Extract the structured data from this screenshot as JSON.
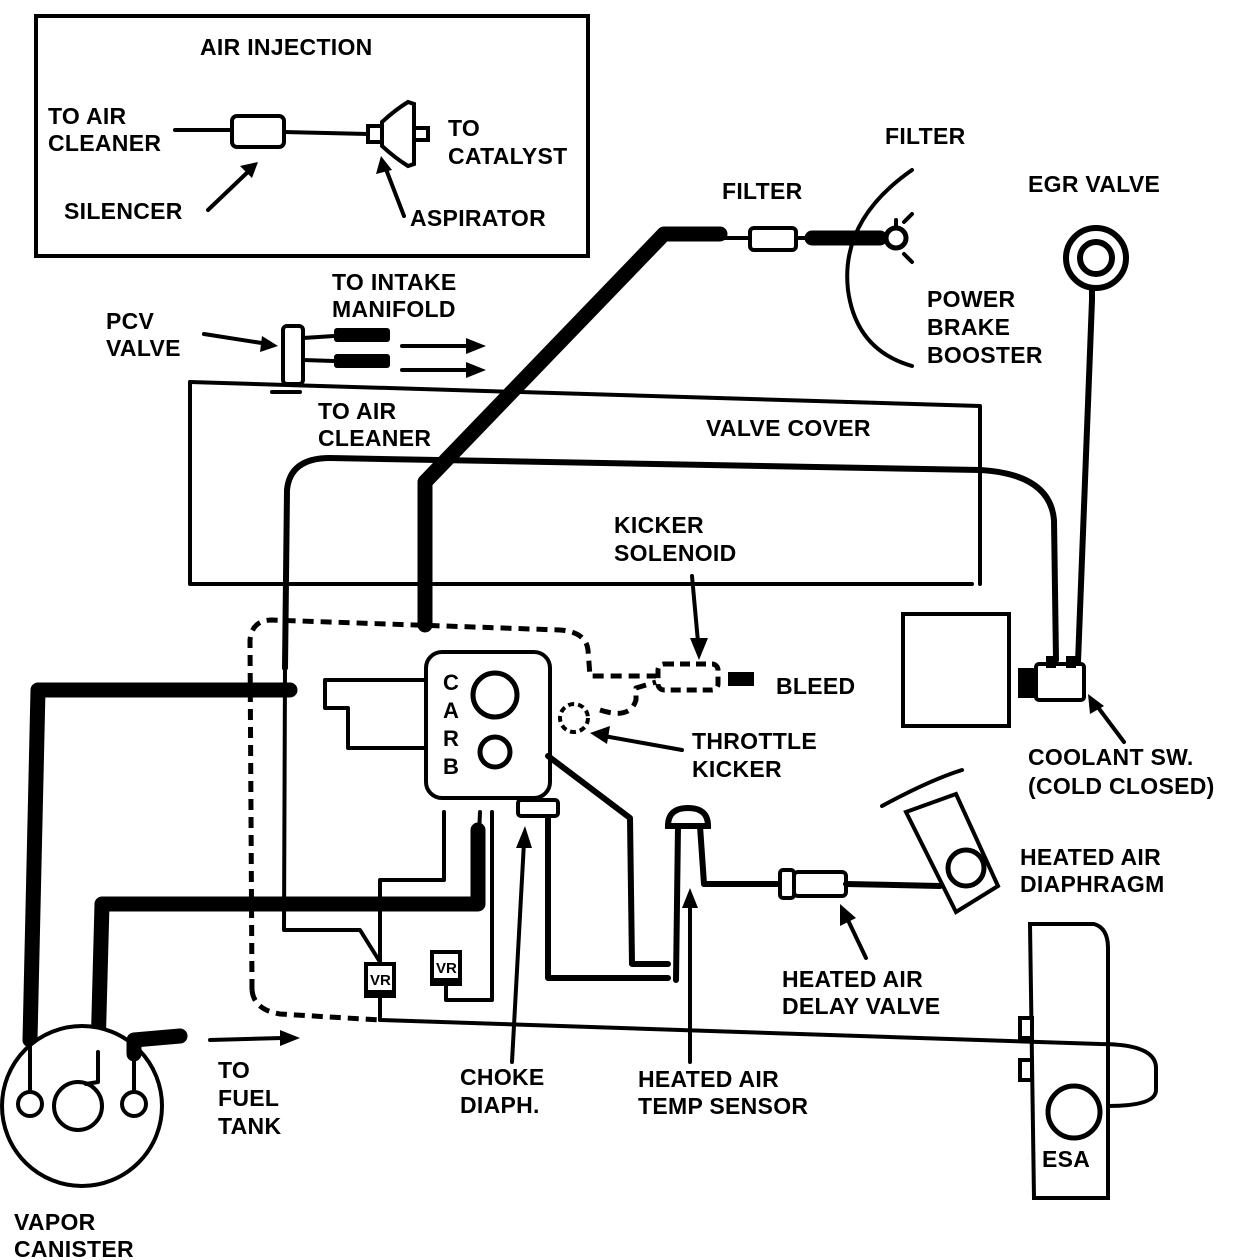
{
  "inset": {
    "title": "AIR INJECTION",
    "to_air_cleaner": [
      "TO AIR",
      "CLEANER"
    ],
    "to_catalyst": [
      "TO",
      "CATALYST"
    ],
    "silencer": "SILENCER",
    "aspirator": "ASPIRATOR"
  },
  "labels": {
    "filter_top": "FILTER",
    "filter_left": "FILTER",
    "egr_valve": "EGR VALVE",
    "power_brake_booster": [
      "POWER",
      "BRAKE",
      "BOOSTER"
    ],
    "to_intake_manifold": [
      "TO INTAKE",
      "MANIFOLD"
    ],
    "pcv_valve": [
      "PCV",
      "VALVE"
    ],
    "to_air_cleaner": [
      "TO AIR",
      "CLEANER"
    ],
    "valve_cover": "VALVE COVER",
    "kicker_solenoid": [
      "KICKER",
      "SOLENOID"
    ],
    "bleed": "BLEED",
    "throttle_kicker": [
      "THROTTLE",
      "KICKER"
    ],
    "coolant_switch": [
      "COOLANT SW.",
      "(COLD CLOSED)"
    ],
    "heated_air_diaphragm": [
      "HEATED AIR",
      "DIAPHRAGM"
    ],
    "heated_air_delay_valve": [
      "HEATED AIR",
      "DELAY VALVE"
    ],
    "to_fuel_tank": [
      "TO",
      "FUEL",
      "TANK"
    ],
    "choke_diaph": [
      "CHOKE",
      "DIAPH."
    ],
    "heated_air_temp_sensor": [
      "HEATED AIR",
      "TEMP SENSOR"
    ],
    "esa": "ESA",
    "vapor_canister": [
      "VAPOR",
      "CANISTER"
    ],
    "carb_letters": [
      "C",
      "A",
      "R",
      "B"
    ],
    "vr_label": "VR"
  }
}
